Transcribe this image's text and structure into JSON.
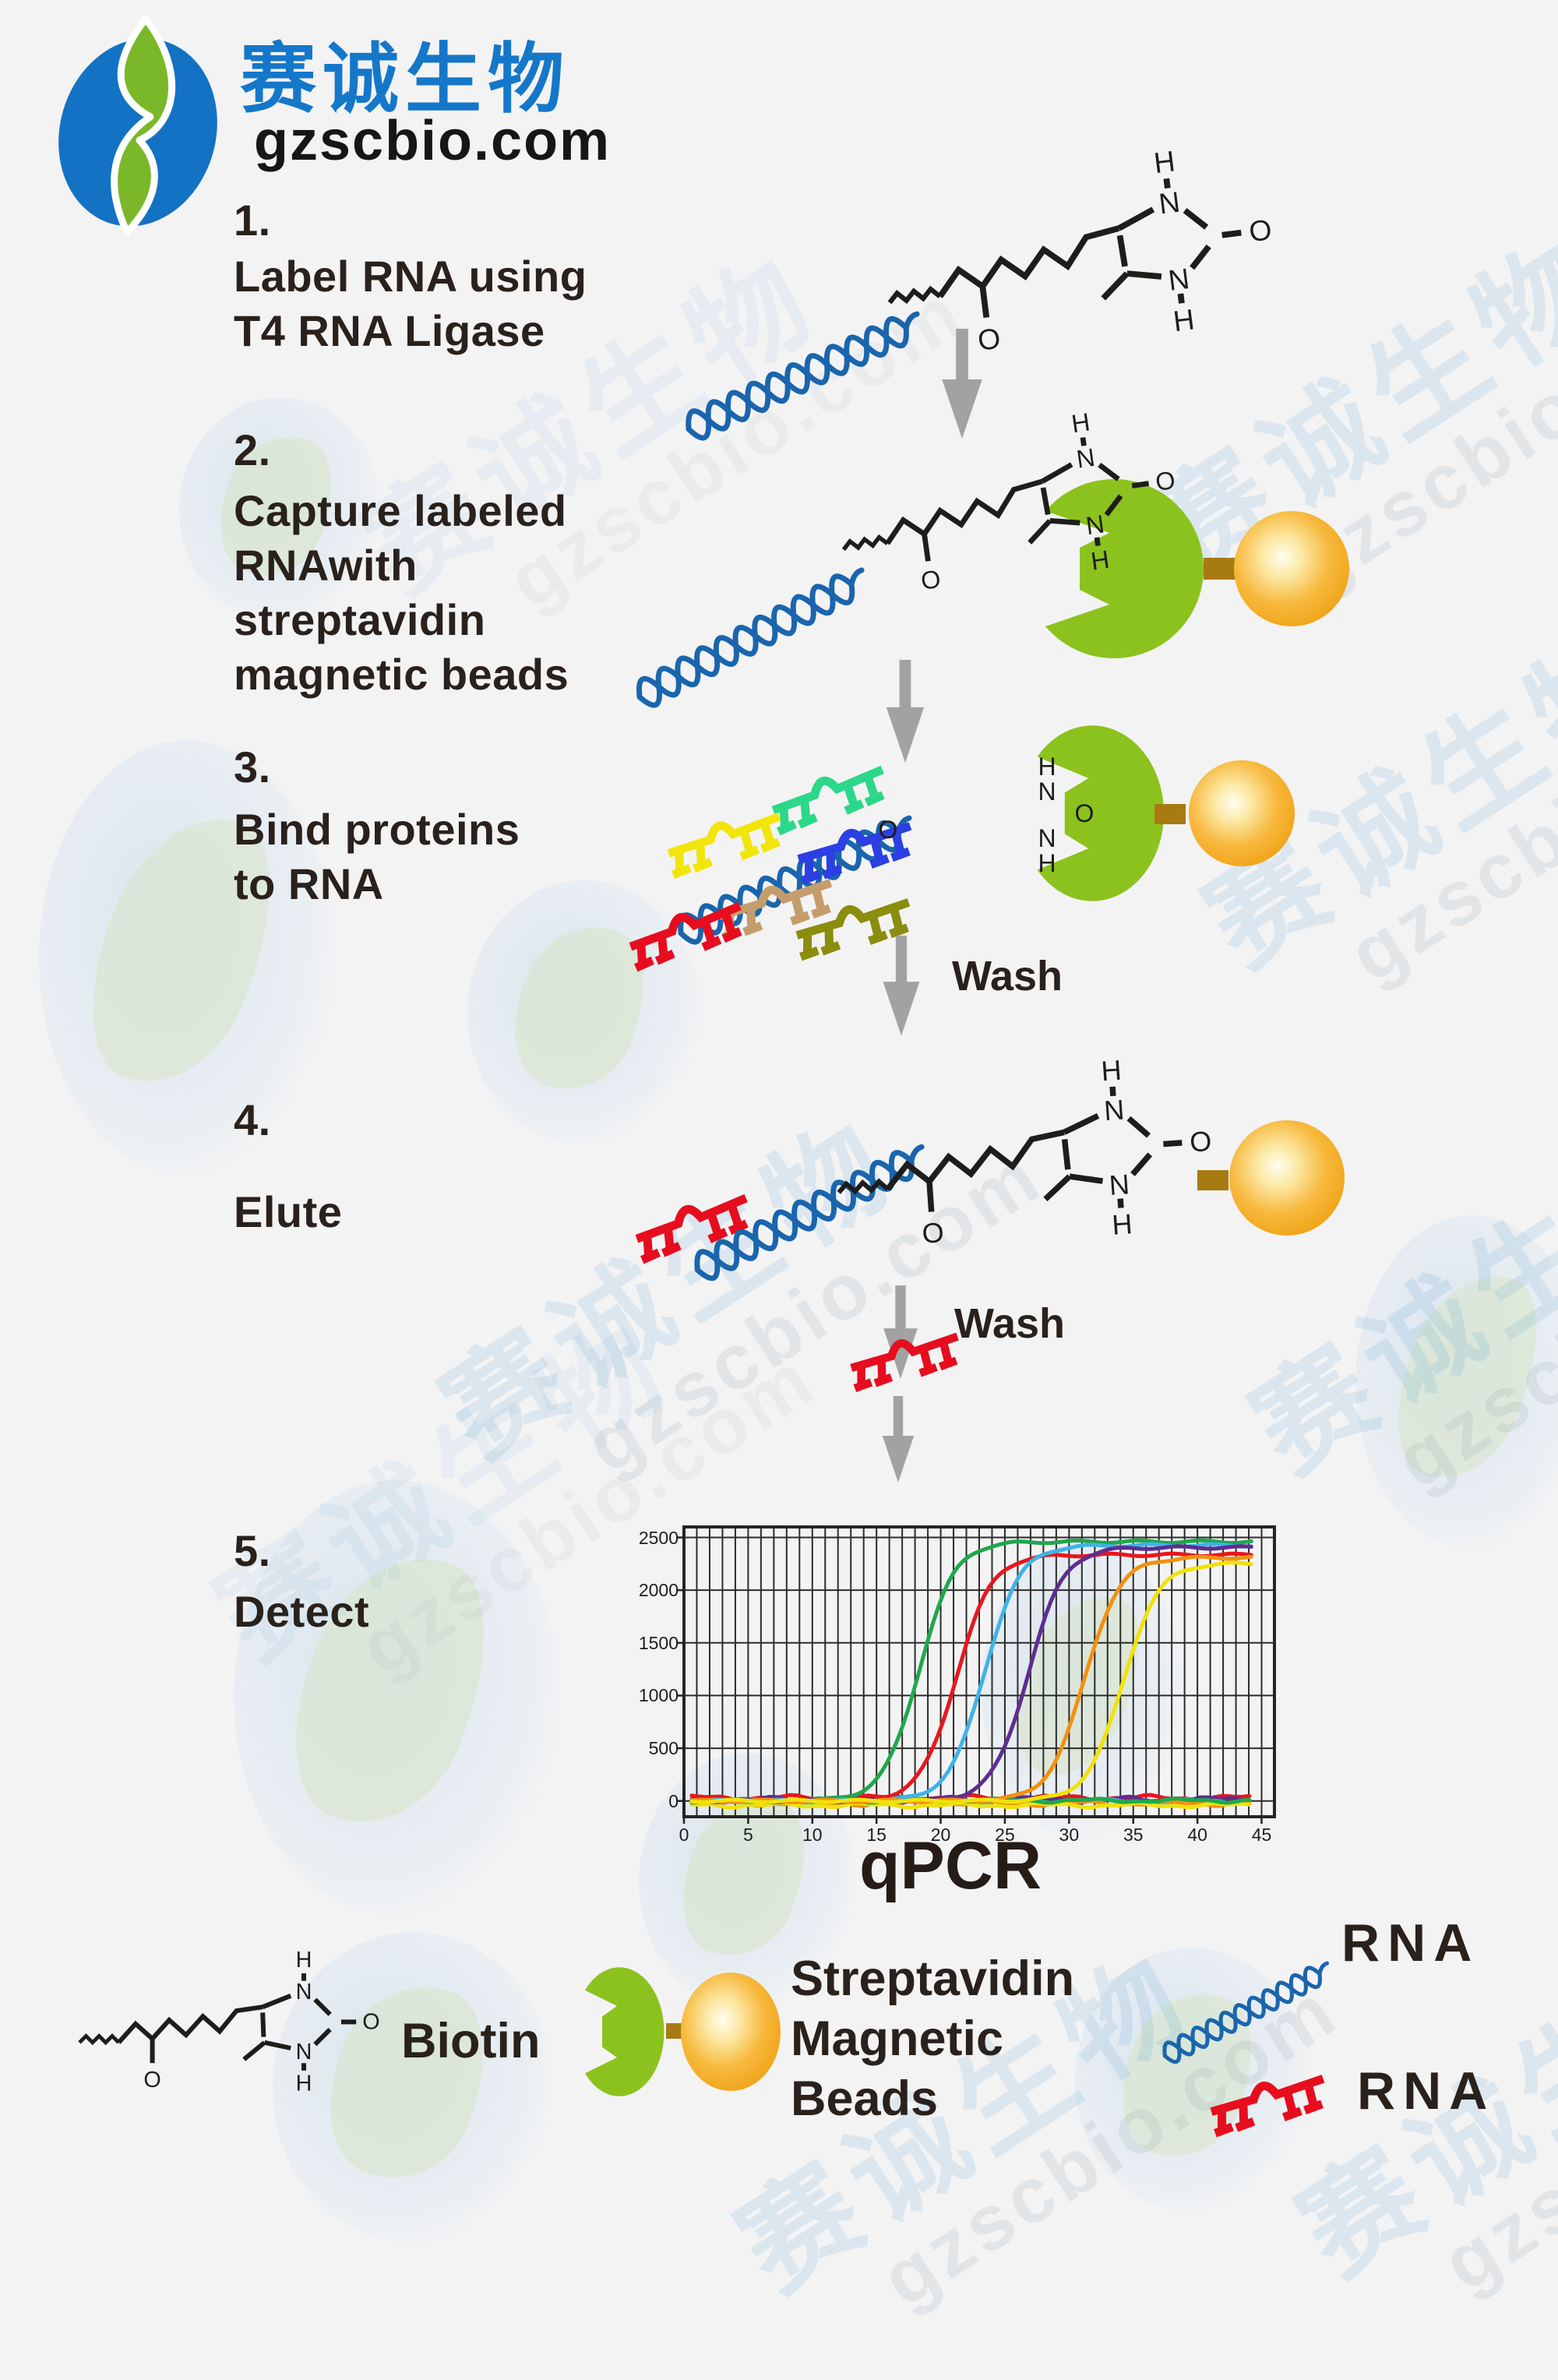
{
  "logo": {
    "brand_cn": "赛诚生物",
    "domain": "gzscbio.com"
  },
  "watermark": {
    "text_cn": "赛诚生物",
    "text_domain": "gzscbio.com"
  },
  "steps": [
    {
      "num": "1.",
      "lines": [
        "Label RNA using",
        "T4 RNA Ligase"
      ]
    },
    {
      "num": "2.",
      "lines": [
        "Capture labeled",
        "RNAwith",
        "streptavidin",
        "magnetic beads"
      ]
    },
    {
      "num": "3.",
      "lines": [
        "Bind proteins",
        "to RNA"
      ]
    },
    {
      "num": "4.",
      "lines": [
        "Elute"
      ]
    },
    {
      "num": "5.",
      "lines": [
        "Detect"
      ]
    }
  ],
  "labels": {
    "wash": "Wash"
  },
  "chem": {
    "atom_H": "H",
    "atom_N": "N",
    "atom_O": "O"
  },
  "legend": {
    "biotin_label": "Biotin",
    "beads_lines": [
      "Streptavidin",
      "Magnetic",
      "Beads"
    ],
    "rna_blue_label": "RNA",
    "rna_red_label": "RNA"
  },
  "colors": {
    "logo_blue": "#1472c4",
    "logo_green": "#7ab829",
    "rna_blue": "#1a65ad",
    "rna_red": "#e60d1e",
    "chem_black": "#1d1d1b",
    "streptavidin_green": "#8cc21e",
    "bead_orange": "#f5a81f",
    "linker_brown": "#a87a12",
    "arrow_gray": "#a2a2a2",
    "protein_spring_green": "#2bd889",
    "protein_yellow": "#f2e50c",
    "protein_blue": "#2b3fe3",
    "protein_tan": "#c59d6d",
    "protein_olive": "#8b8d0e"
  },
  "chart_data": {
    "type": "line",
    "title": "qPCR",
    "xlabel": "",
    "ylabel": "",
    "xlim": [
      0,
      46
    ],
    "ylim": [
      -150,
      2600
    ],
    "x_ticks": [
      0,
      5,
      10,
      15,
      20,
      25,
      30,
      35,
      40,
      45
    ],
    "y_ticks": [
      0,
      500,
      1000,
      1500,
      2000,
      2500
    ],
    "grid": {
      "x_step": 1,
      "y_step": 500
    },
    "legend_position": "none",
    "series": [
      {
        "name": "amplification-green",
        "color": "#1fa84c",
        "midpoint": 18.3,
        "plateau": 2460,
        "slope": 0.72
      },
      {
        "name": "amplification-red",
        "color": "#e8161d",
        "midpoint": 21.2,
        "plateau": 2335,
        "slope": 0.72
      },
      {
        "name": "amplification-cyan",
        "color": "#3fb3e8",
        "midpoint": 23.4,
        "plateau": 2425,
        "slope": 0.72
      },
      {
        "name": "amplification-purple",
        "color": "#5e2d91",
        "midpoint": 26.8,
        "plateau": 2405,
        "slope": 0.72
      },
      {
        "name": "amplification-orange",
        "color": "#f29111",
        "midpoint": 31.2,
        "plateau": 2310,
        "slope": 0.72
      },
      {
        "name": "amplification-yellow",
        "color": "#f0e20a",
        "midpoint": 34.2,
        "plateau": 2255,
        "slope": 0.72
      }
    ],
    "baselines": [
      {
        "color": "#e8161d",
        "offset": 30,
        "amp": 18,
        "phase": 0.5
      },
      {
        "color": "#5e2d91",
        "offset": 12,
        "amp": 20,
        "phase": 2.1
      },
      {
        "color": "#3fb3e8",
        "offset": -4,
        "amp": 16,
        "phase": 3.7
      },
      {
        "color": "#f29111",
        "offset": -22,
        "amp": 18,
        "phase": 5.2
      },
      {
        "color": "#f0e20a",
        "offset": -40,
        "amp": 16,
        "phase": 1.3
      },
      {
        "color": "#1fa84c",
        "offset": 4,
        "amp": 14,
        "phase": 4.4
      }
    ]
  }
}
